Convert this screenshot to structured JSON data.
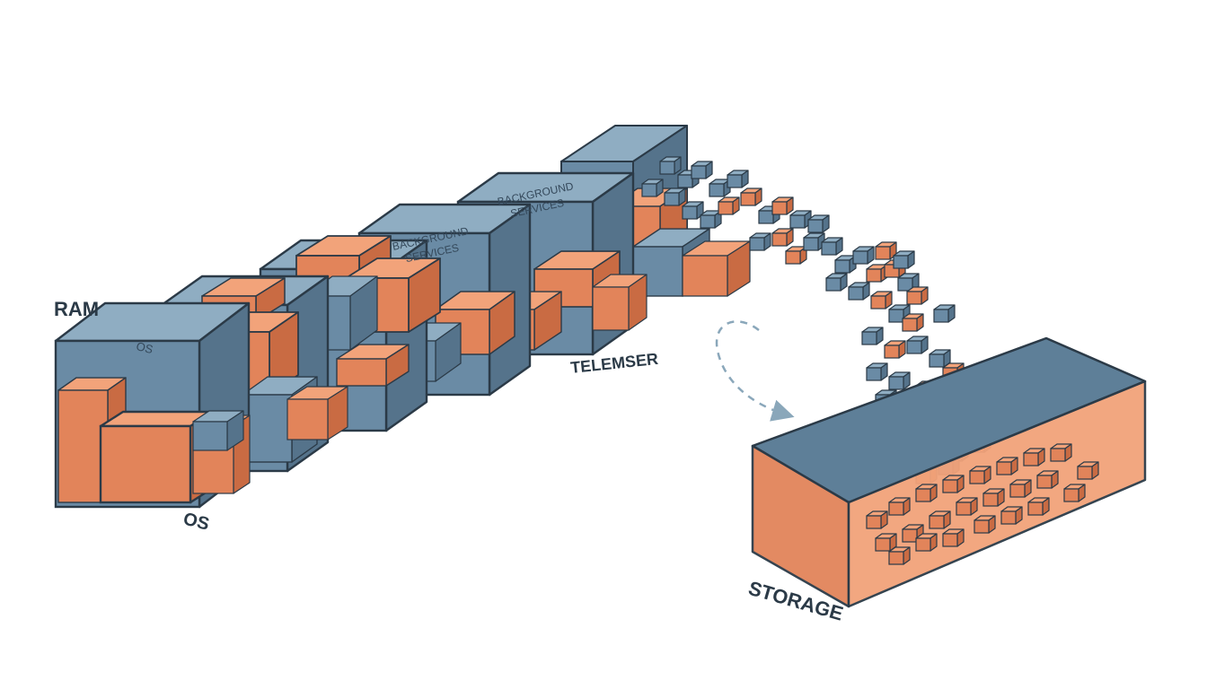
{
  "labels": {
    "ram": "RAM",
    "os_bottom": "OS",
    "os_top_face": "OS",
    "bg_services_1_line1": "BACKGROUND",
    "bg_services_1_line2": "SERVICES",
    "bg_services_2_line1": "BACKGROUND",
    "bg_services_2_line2": "SERVICES",
    "telemser": "TELEMSER",
    "storage": "STORAGE"
  },
  "colors": {
    "blue_top": "#8fadc2",
    "blue_front": "#6a8ba5",
    "blue_side": "#55738b",
    "orange_top": "#f2a37a",
    "orange_front": "#e2845a",
    "orange_side": "#c96b43",
    "outline": "#2b3a47",
    "dash_arrow": "#8aa7ba"
  }
}
